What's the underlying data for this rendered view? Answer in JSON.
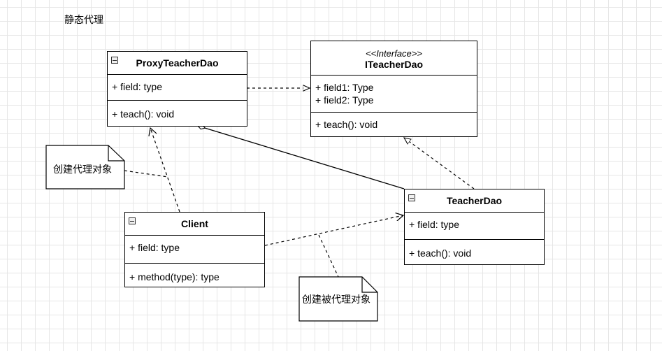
{
  "diagram_title": "静态代理",
  "classes": {
    "proxy": {
      "name": "ProxyTeacherDao",
      "fields": [
        "+ field: type"
      ],
      "methods": [
        "+ teach(): void"
      ]
    },
    "iface": {
      "stereotype": "<<Interface>>",
      "name": "ITeacherDao",
      "fields": [
        "+ field1: Type",
        "+ field2: Type"
      ],
      "methods": [
        "+ teach(): void"
      ]
    },
    "client": {
      "name": "Client",
      "fields": [
        "+ field: type"
      ],
      "methods": [
        "+ method(type): type"
      ]
    },
    "teacher": {
      "name": "TeacherDao",
      "fields": [
        "+ field: type"
      ],
      "methods": [
        "+ teach(): void"
      ]
    }
  },
  "notes": {
    "create_proxy": "创建代理对象",
    "create_target": "创建被代理对象"
  }
}
